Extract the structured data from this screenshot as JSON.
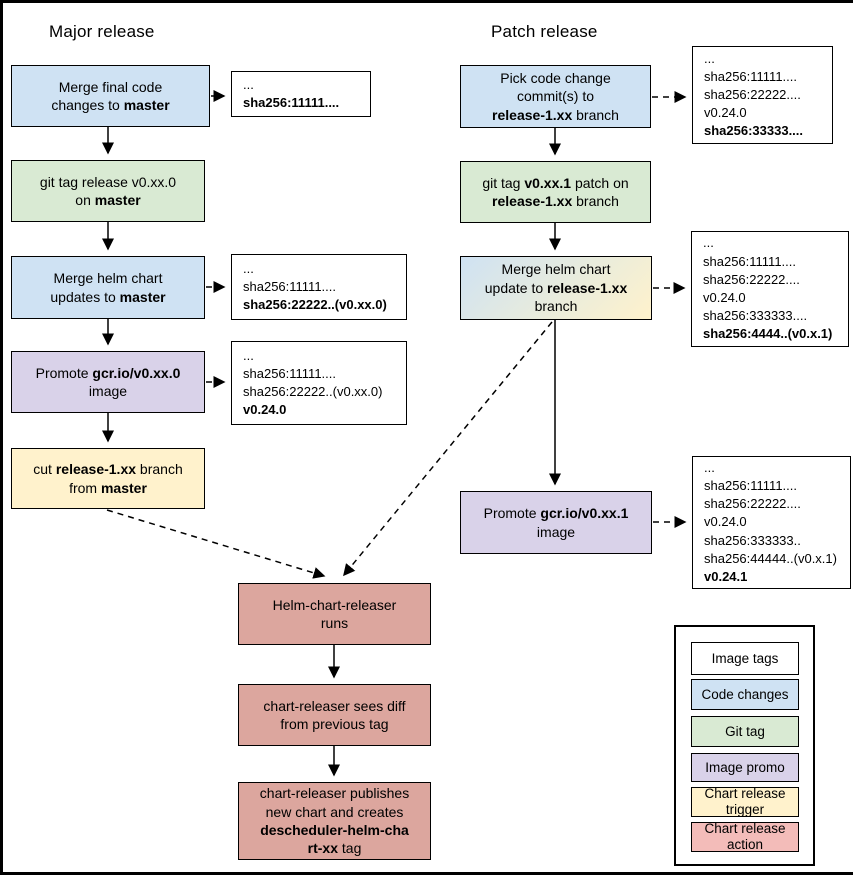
{
  "titles": {
    "major": "Major release",
    "patch": "Patch release"
  },
  "colors": {
    "code": "#cfe2f3",
    "git": "#d9ead3",
    "promo": "#d9d2e9",
    "trigger": "#fff2cc",
    "action": "#dca69e",
    "action_legend": "#f3bcb9"
  },
  "major": {
    "steps": [
      {
        "name": "merge-final-code",
        "lines": [
          [
            {
              "t": "Merge final code"
            }
          ],
          [
            {
              "t": "changes to "
            },
            {
              "t": "master",
              "b": true
            }
          ]
        ]
      },
      {
        "name": "git-tag-release",
        "lines": [
          [
            {
              "t": "git tag release v0.xx.0"
            }
          ],
          [
            {
              "t": "on "
            },
            {
              "t": "master",
              "b": true
            }
          ]
        ]
      },
      {
        "name": "merge-helm-updates",
        "lines": [
          [
            {
              "t": "Merge helm chart"
            }
          ],
          [
            {
              "t": "updates to "
            },
            {
              "t": "master",
              "b": true
            }
          ]
        ]
      },
      {
        "name": "promote-image",
        "lines": [
          [
            {
              "t": "Promote "
            },
            {
              "t": "gcr.io/v0.xx.0",
              "b": true
            }
          ],
          [
            {
              "t": "image"
            }
          ]
        ]
      },
      {
        "name": "cut-release-branch",
        "lines": [
          [
            {
              "t": "cut "
            },
            {
              "t": "release-1.xx",
              "b": true
            },
            {
              "t": " branch"
            }
          ],
          [
            {
              "t": "from "
            },
            {
              "t": "master",
              "b": true
            }
          ]
        ]
      }
    ],
    "tags": [
      {
        "lines": [
          [
            {
              "t": "..."
            }
          ],
          [
            {
              "t": "sha256:11111....",
              "b": true
            }
          ]
        ]
      },
      {
        "lines": [
          [
            {
              "t": "..."
            }
          ],
          [
            {
              "t": "sha256:11111...."
            }
          ],
          [
            {
              "t": "sha256:22222..(v0.xx.0)",
              "b": true
            }
          ]
        ]
      },
      {
        "lines": [
          [
            {
              "t": "..."
            }
          ],
          [
            {
              "t": "sha256:11111...."
            }
          ],
          [
            {
              "t": "sha256:22222..(v0.xx.0)"
            }
          ],
          [
            {
              "t": "v0.24.0",
              "b": true
            }
          ]
        ]
      }
    ]
  },
  "patch": {
    "steps": [
      {
        "name": "pick-commits",
        "lines": [
          [
            {
              "t": "Pick code change"
            }
          ],
          [
            {
              "t": "commit(s) to"
            }
          ],
          [
            {
              "t": "release-1.xx",
              "b": true
            },
            {
              "t": " branch"
            }
          ]
        ]
      },
      {
        "name": "git-tag-patch",
        "lines": [
          [
            {
              "t": "git tag "
            },
            {
              "t": "v0.xx.1",
              "b": true
            },
            {
              "t": " patch on"
            }
          ],
          [
            {
              "t": "release-1.xx",
              "b": true
            },
            {
              "t": " branch"
            }
          ]
        ]
      },
      {
        "name": "merge-helm-update",
        "lines": [
          [
            {
              "t": "Merge helm chart"
            }
          ],
          [
            {
              "t": "update to "
            },
            {
              "t": "release-1.xx",
              "b": true
            }
          ],
          [
            {
              "t": "branch"
            }
          ]
        ]
      },
      {
        "name": "promote-image",
        "lines": [
          [
            {
              "t": "Promote "
            },
            {
              "t": "gcr.io/v0.xx.1",
              "b": true
            }
          ],
          [
            {
              "t": "image"
            }
          ]
        ]
      }
    ],
    "tags": [
      {
        "lines": [
          [
            {
              "t": "..."
            }
          ],
          [
            {
              "t": "sha256:11111...."
            }
          ],
          [
            {
              "t": "sha256:22222...."
            }
          ],
          [
            {
              "t": "v0.24.0"
            }
          ],
          [
            {
              "t": "sha256:33333....",
              "b": true
            }
          ]
        ]
      },
      {
        "lines": [
          [
            {
              "t": "..."
            }
          ],
          [
            {
              "t": "sha256:11111...."
            }
          ],
          [
            {
              "t": "sha256:22222...."
            }
          ],
          [
            {
              "t": "v0.24.0"
            }
          ],
          [
            {
              "t": "sha256:333333...."
            }
          ],
          [
            {
              "t": "sha256:4444..(v0.x.1)",
              "b": true
            }
          ]
        ]
      },
      {
        "lines": [
          [
            {
              "t": "..."
            }
          ],
          [
            {
              "t": "sha256:11111...."
            }
          ],
          [
            {
              "t": "sha256:22222...."
            }
          ],
          [
            {
              "t": "v0.24.0"
            }
          ],
          [
            {
              "t": "sha256:333333.."
            }
          ],
          [
            {
              "t": "sha256:44444..(v0.x.1)"
            }
          ],
          [
            {
              "t": "v0.24.1",
              "b": true
            }
          ]
        ]
      }
    ]
  },
  "releaser": {
    "steps": [
      {
        "name": "helm-chart-releaser-runs",
        "lines": [
          [
            {
              "t": "Helm-chart-releaser"
            }
          ],
          [
            {
              "t": "runs"
            }
          ]
        ]
      },
      {
        "name": "chart-releaser-sees-diff",
        "lines": [
          [
            {
              "t": "chart-releaser sees diff"
            }
          ],
          [
            {
              "t": "from previous tag"
            }
          ]
        ]
      },
      {
        "name": "chart-releaser-publishes",
        "lines": [
          [
            {
              "t": "chart-releaser publishes"
            }
          ],
          [
            {
              "t": "new chart and creates"
            }
          ],
          [
            {
              "t": "descheduler-helm-cha",
              "b": true
            }
          ],
          [
            {
              "t": "rt-xx",
              "b": true
            },
            {
              "t": " tag"
            }
          ]
        ]
      }
    ]
  },
  "legend": {
    "items": [
      {
        "label": "Image tags"
      },
      {
        "label": "Code changes"
      },
      {
        "label": "Git tag"
      },
      {
        "label": "Image promo"
      },
      {
        "label": "Chart release trigger"
      },
      {
        "label": "Chart release action"
      }
    ]
  }
}
